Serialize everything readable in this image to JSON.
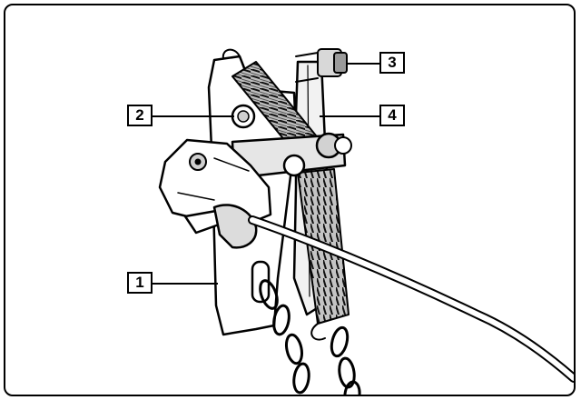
{
  "figure": {
    "illustration": "spring-lever-mechanism",
    "callouts": [
      {
        "id": "c1",
        "label": "1"
      },
      {
        "id": "c2",
        "label": "2"
      },
      {
        "id": "c3",
        "label": "3"
      },
      {
        "id": "c4",
        "label": "4"
      }
    ]
  }
}
